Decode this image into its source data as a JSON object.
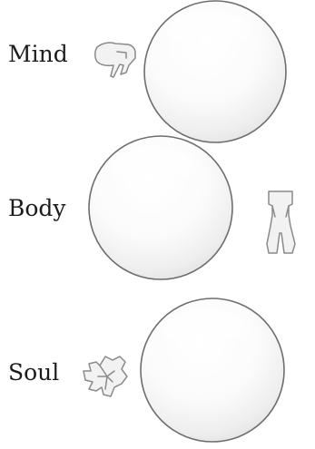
{
  "items": [
    {
      "id": "mind",
      "label": "Mind",
      "icon": "hand-icon"
    },
    {
      "id": "body",
      "label": "Body",
      "icon": "body-figure-icon"
    },
    {
      "id": "soul",
      "label": "Soul",
      "icon": "heart-icon"
    }
  ],
  "colors": {
    "sphere_outline": "#6e6e6e",
    "sphere_fill": "#f6f6f6",
    "icon_outline": "#8a8a8a",
    "text": "#1c1c1c"
  }
}
